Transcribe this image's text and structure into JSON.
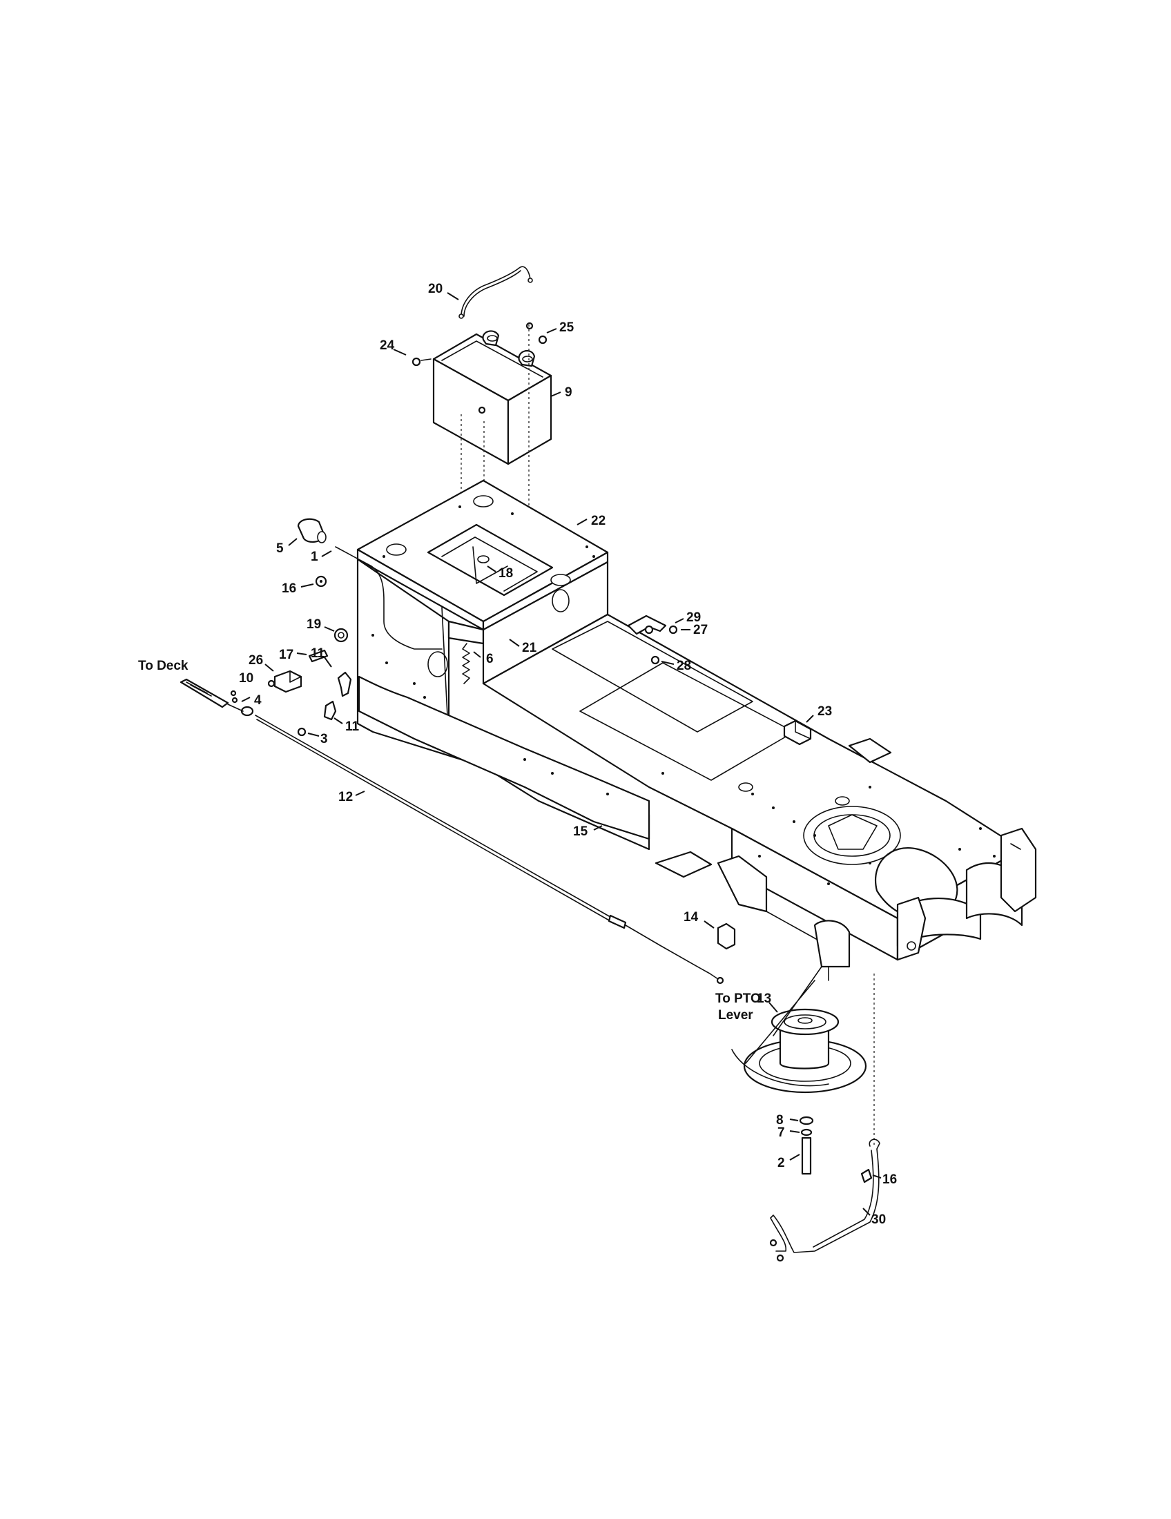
{
  "diagram": {
    "notes": {
      "to_deck": "To Deck",
      "to_pto_line1": "To PTO",
      "to_pto_line2": "Lever"
    },
    "callouts": [
      {
        "id": "c20",
        "label": "20"
      },
      {
        "id": "c24",
        "label": "24"
      },
      {
        "id": "c25",
        "label": "25"
      },
      {
        "id": "c9",
        "label": "9"
      },
      {
        "id": "c22",
        "label": "22"
      },
      {
        "id": "c5",
        "label": "5"
      },
      {
        "id": "c1",
        "label": "1"
      },
      {
        "id": "c18",
        "label": "18"
      },
      {
        "id": "c16a",
        "label": "16"
      },
      {
        "id": "c29",
        "label": "29"
      },
      {
        "id": "c27",
        "label": "27"
      },
      {
        "id": "c19",
        "label": "19"
      },
      {
        "id": "c21",
        "label": "21"
      },
      {
        "id": "c17",
        "label": "17"
      },
      {
        "id": "c6",
        "label": "6"
      },
      {
        "id": "c28",
        "label": "28"
      },
      {
        "id": "c26",
        "label": "26"
      },
      {
        "id": "c10",
        "label": "10"
      },
      {
        "id": "c11a",
        "label": "11"
      },
      {
        "id": "c4",
        "label": "4"
      },
      {
        "id": "c11b",
        "label": "11"
      },
      {
        "id": "c23",
        "label": "23"
      },
      {
        "id": "c3",
        "label": "3"
      },
      {
        "id": "c12",
        "label": "12"
      },
      {
        "id": "c15",
        "label": "15"
      },
      {
        "id": "c14",
        "label": "14"
      },
      {
        "id": "c13",
        "label": "13"
      },
      {
        "id": "c8",
        "label": "8"
      },
      {
        "id": "c7",
        "label": "7"
      },
      {
        "id": "c2",
        "label": "2"
      },
      {
        "id": "c16b",
        "label": "16"
      },
      {
        "id": "c30",
        "label": "30"
      }
    ]
  }
}
